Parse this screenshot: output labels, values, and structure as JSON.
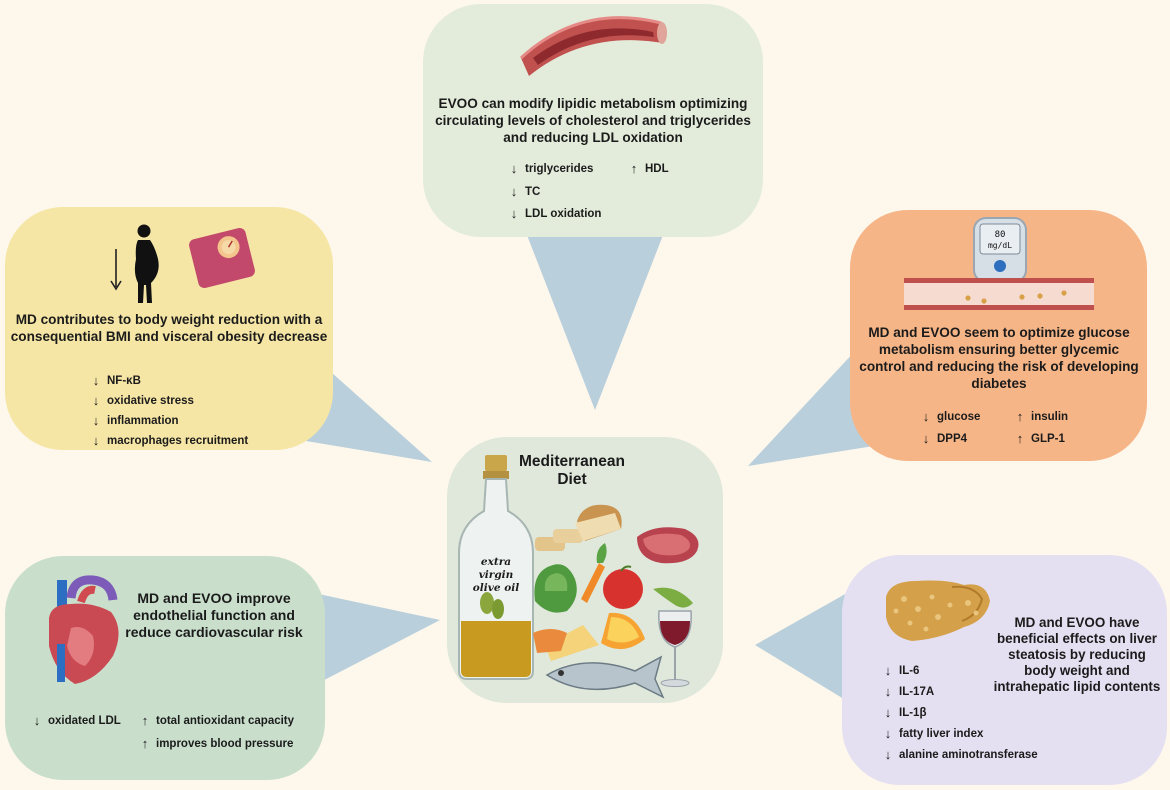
{
  "center": {
    "title": "Mediterranean Diet",
    "bottle_label": "extra virgin olive oil"
  },
  "top": {
    "text": "EVOO can modify lipidic metabolism optimizing circulating levels of cholesterol and triglycerides and reducing LDL oxidation",
    "indicators": [
      {
        "dir": "down",
        "label": "triglycerides"
      },
      {
        "dir": "up",
        "label": "HDL"
      },
      {
        "dir": "down",
        "label": "TC"
      },
      {
        "dir": "down",
        "label": "LDL oxidation"
      }
    ]
  },
  "left": {
    "text": "MD contributes to body weight reduction with a consequential BMI and visceral obesity decrease",
    "indicators": [
      {
        "dir": "down",
        "label": "NF-κB"
      },
      {
        "dir": "down",
        "label": "oxidative stress"
      },
      {
        "dir": "down",
        "label": "inflammation"
      },
      {
        "dir": "down",
        "label": "macrophages recruitment"
      }
    ]
  },
  "right": {
    "text": "MD and EVOO seem to optimize glucose metabolism ensuring better glycemic control and reducing the risk of developing diabetes",
    "meter_value": "80",
    "meter_unit": "mg/dL",
    "indicators": [
      {
        "dir": "down",
        "label": "glucose"
      },
      {
        "dir": "up",
        "label": "insulin"
      },
      {
        "dir": "down",
        "label": "DPP4"
      },
      {
        "dir": "up",
        "label": "GLP-1"
      }
    ]
  },
  "bottom_left": {
    "text": "MD and EVOO  improve endothelial function and reduce cardiovascular risk",
    "indicators": [
      {
        "dir": "down",
        "label": "oxidated LDL"
      },
      {
        "dir": "up",
        "label": "total antioxidant capacity"
      },
      {
        "dir": "up",
        "label": "improves blood pressure"
      }
    ]
  },
  "bottom_right": {
    "text": "MD and EVOO have beneficial effects on liver steatosis by reducing body weight and intrahepatic lipid contents",
    "indicators": [
      {
        "dir": "down",
        "label": "IL-6"
      },
      {
        "dir": "down",
        "label": "IL-17A"
      },
      {
        "dir": "down",
        "label": "IL-1β"
      },
      {
        "dir": "down",
        "label": "fatty liver index"
      },
      {
        "dir": "down",
        "label": "alanine aminotransferase"
      }
    ]
  },
  "colors": {
    "background": "#fdf7ec",
    "connector": "#b9cfdc",
    "top_box": "#e3ecdb",
    "left_box": "#f6e6a5",
    "right_box": "#f6b587",
    "center_box": "#dfe8da",
    "bottom_left_box": "#c9dfcc",
    "bottom_right_box": "#e4e0f1"
  }
}
